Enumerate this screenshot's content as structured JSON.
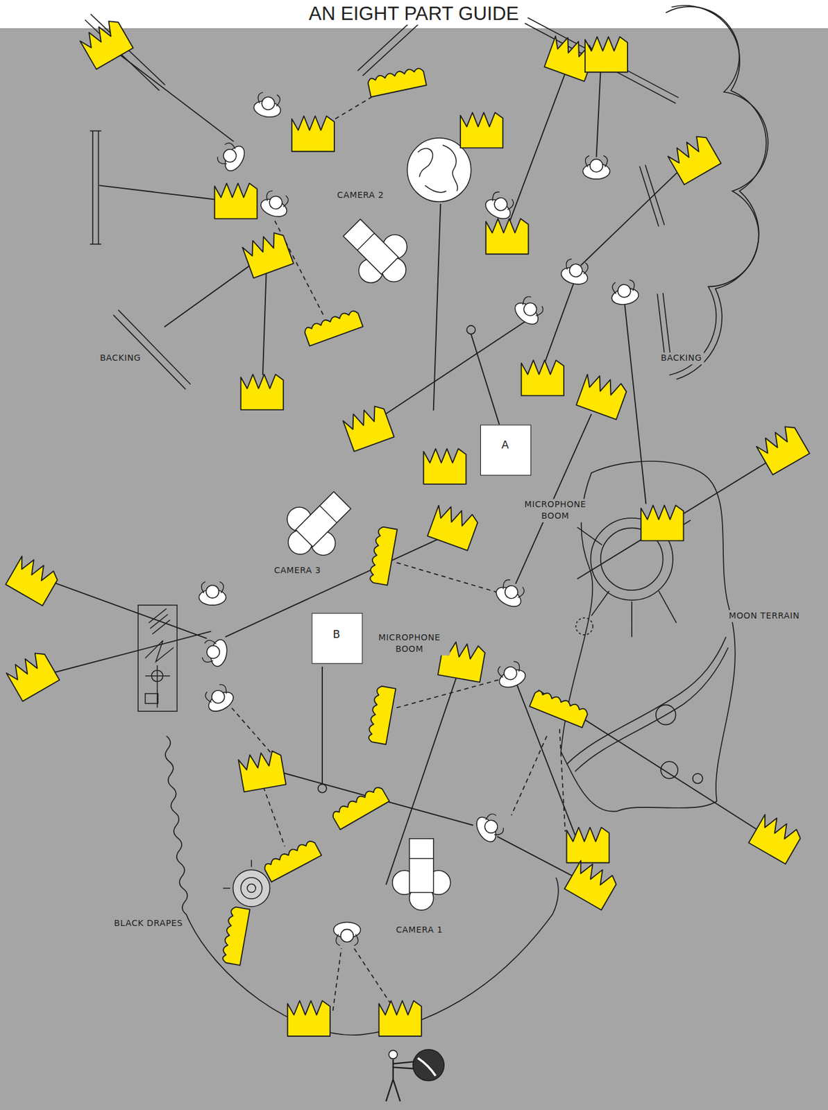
{
  "diagram": {
    "title": "AN EIGHT PART GUIDE",
    "nodes": [
      {
        "text": [
          "A",
          "MICROPHONE BOOM"
        ]
      },
      {
        "text": [
          "B",
          "MICROPHONE BOOM"
        ]
      }
    ],
    "labels": [
      "CAMERA 2",
      "BACKING",
      "BACKING",
      "CAMERA 3",
      "MOON TERRAIN",
      "BLACK DRAPES",
      "CAMERA 1"
    ]
  }
}
